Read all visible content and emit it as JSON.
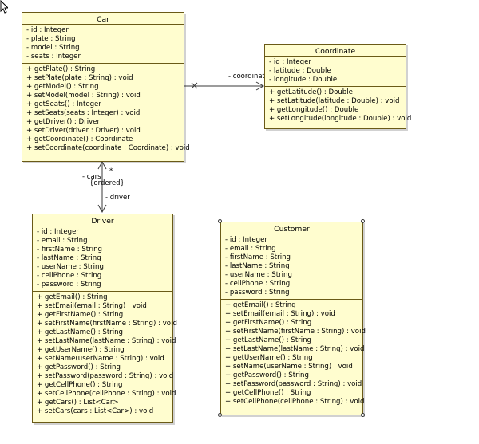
{
  "classes": {
    "car": {
      "name": "Car",
      "attributes": [
        "- id : Integer",
        "- plate : String",
        "- model : String",
        "- seats : Integer"
      ],
      "operations": [
        "+ getPlate() : String",
        "+ setPlate(plate : String) : void",
        "+ getModel() : String",
        "+ setModel(model : String) : void",
        "+ getSeats() : Integer",
        "+ setSeats(seats : Integer) : void",
        "+ getDriver() : Driver",
        "+ setDriver(driver : Driver) : void",
        "+ getCoordinate() : Coordinate",
        "+ setCoordinate(coordinate : Coordinate) : void"
      ]
    },
    "coordinate": {
      "name": "Coordinate",
      "attributes": [
        "- id : Integer",
        "- latitude : Double",
        "- longitude : Double"
      ],
      "operations": [
        "+ getLatitude() : Double",
        "+ setLatitude(latitude : Double) : void",
        "+ getLongitude() : Double",
        "+ setLongitude(longitude : Double) : void"
      ]
    },
    "driver": {
      "name": "Driver",
      "attributes": [
        "- id : Integer",
        "- email : String",
        "- firstName : String",
        "- lastName : String",
        "- userName : String",
        "- cellPhone : String",
        "- password : String"
      ],
      "operations": [
        "+ getEmail() : String",
        "+ setEmail(email : String) : void",
        "+ getFirstName() : String",
        "+ setFirstName(firstName : String) : void",
        "+ getLastName() : String",
        "+ setLastName(lastName : String) : void",
        "+ getUserName() : String",
        "+ setName(userName : String) : void",
        "+ getPassword() : String",
        "+ setPassword(password : String) : void",
        "+ getCellPhone() : String",
        "+ setCellPhone(cellPhone : String) : void",
        "+ getCars() : List<Car>",
        "+ setCars(cars : List<Car>) : void"
      ]
    },
    "customer": {
      "name": "Customer",
      "attributes": [
        "- id : Integer",
        "- email : String",
        "- firstName : String",
        "- lastName : String",
        "- userName : String",
        "- cellPhone : String",
        "- password : String"
      ],
      "operations": [
        "+ getEmail() : String",
        "+ setEmail(email : String) : void",
        "+ getFirstName() : String",
        "+ setFirstName(firstName : String) : void",
        "+ getLastName() : String",
        "+ setLastName(lastName : String) : void",
        "+ getUserName() : String",
        "+ setName(userName : String) : void",
        "+ getPassword() : String",
        "+ setPassword(password : String) : void",
        "+ getCellPhone() : String",
        "+ setCellPhone(cellPhone : String) : void"
      ]
    }
  },
  "associations": {
    "car_coordinate": {
      "role": "- coordinate"
    },
    "car_driver": {
      "car_role": "- cars",
      "car_multiplicity": "*",
      "car_constraint": "{ordered}",
      "driver_role": "- driver"
    }
  },
  "colors": {
    "class_fill": "#fffdcf",
    "class_border": "#6a5a17",
    "link": "#3a3a3a"
  },
  "icons": {
    "cursor": "mouse-pointer-icon"
  }
}
